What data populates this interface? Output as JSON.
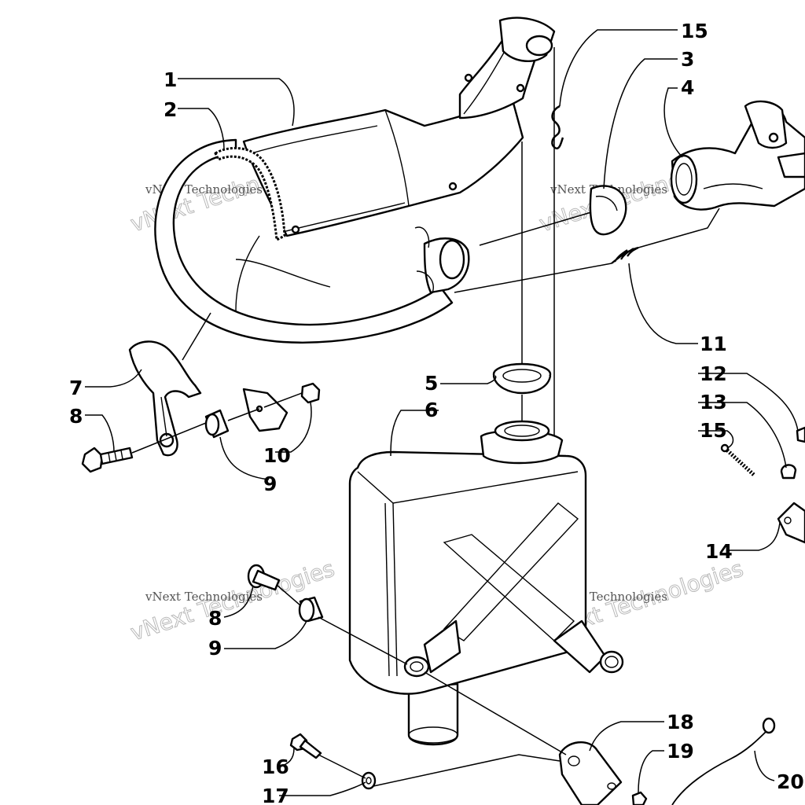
{
  "diagram": {
    "callouts": {
      "c1": "1",
      "c2": "2",
      "c3": "3",
      "c4": "4",
      "c15a": "15",
      "c11": "11",
      "c12": "12",
      "c13": "13",
      "c15b": "15",
      "c14": "14",
      "c5": "5",
      "c6": "6",
      "c7": "7",
      "c8a": "8",
      "c9a": "9",
      "c10": "10",
      "c8b": "8",
      "c9b": "9",
      "c16": "16",
      "c17": "17",
      "c18": "18",
      "c19": "19",
      "c20": "20"
    },
    "watermarks": {
      "big": "vNext Technologies",
      "small": "vNext Technologies"
    }
  }
}
